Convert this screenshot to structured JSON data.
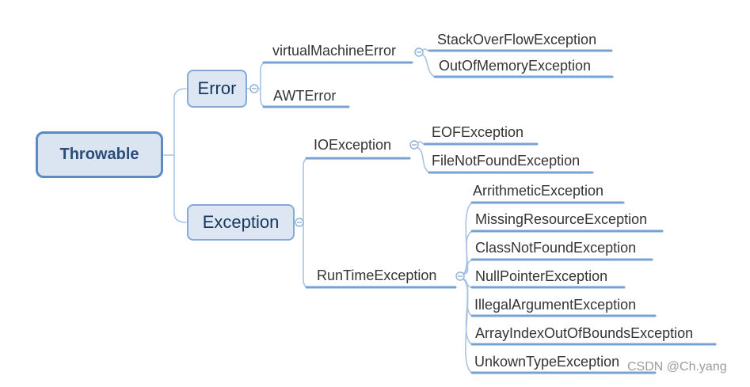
{
  "mindmap": {
    "root": {
      "label": "Throwable",
      "children": [
        {
          "label": "Error",
          "children": [
            {
              "label": "virtualMachineError",
              "children": [
                {
                  "label": "StackOverFlowException"
                },
                {
                  "label": "OutOfMemoryException"
                }
              ]
            },
            {
              "label": "AWTError"
            }
          ]
        },
        {
          "label": "Exception",
          "children": [
            {
              "label": "IOException",
              "children": [
                {
                  "label": "EOFException"
                },
                {
                  "label": "FileNotFoundException"
                }
              ]
            },
            {
              "label": "RunTimeException",
              "children": [
                {
                  "label": "ArrithmeticException"
                },
                {
                  "label": "MissingResourceException"
                },
                {
                  "label": "ClassNotFoundException"
                },
                {
                  "label": "NullPointerException"
                },
                {
                  "label": "IllegalArgumentException"
                },
                {
                  "label": "ArrayIndexOutOfBoundsException"
                },
                {
                  "label": "UnkownTypeException"
                }
              ]
            }
          ]
        }
      ]
    },
    "icons": {
      "collapse": "minus-in-circle"
    },
    "colors": {
      "root_border": "#5b8ac9",
      "box_border": "#84a9d9",
      "box_fill": "#dde7f4",
      "box_text": "#17365d",
      "branch_line": "#78a1d6",
      "curve_line": "#a9c3e4",
      "node_text": "#343434",
      "watermark": "#9c9c9c",
      "background": "#ffffff"
    },
    "watermark": "CSDN @Ch.yang"
  }
}
